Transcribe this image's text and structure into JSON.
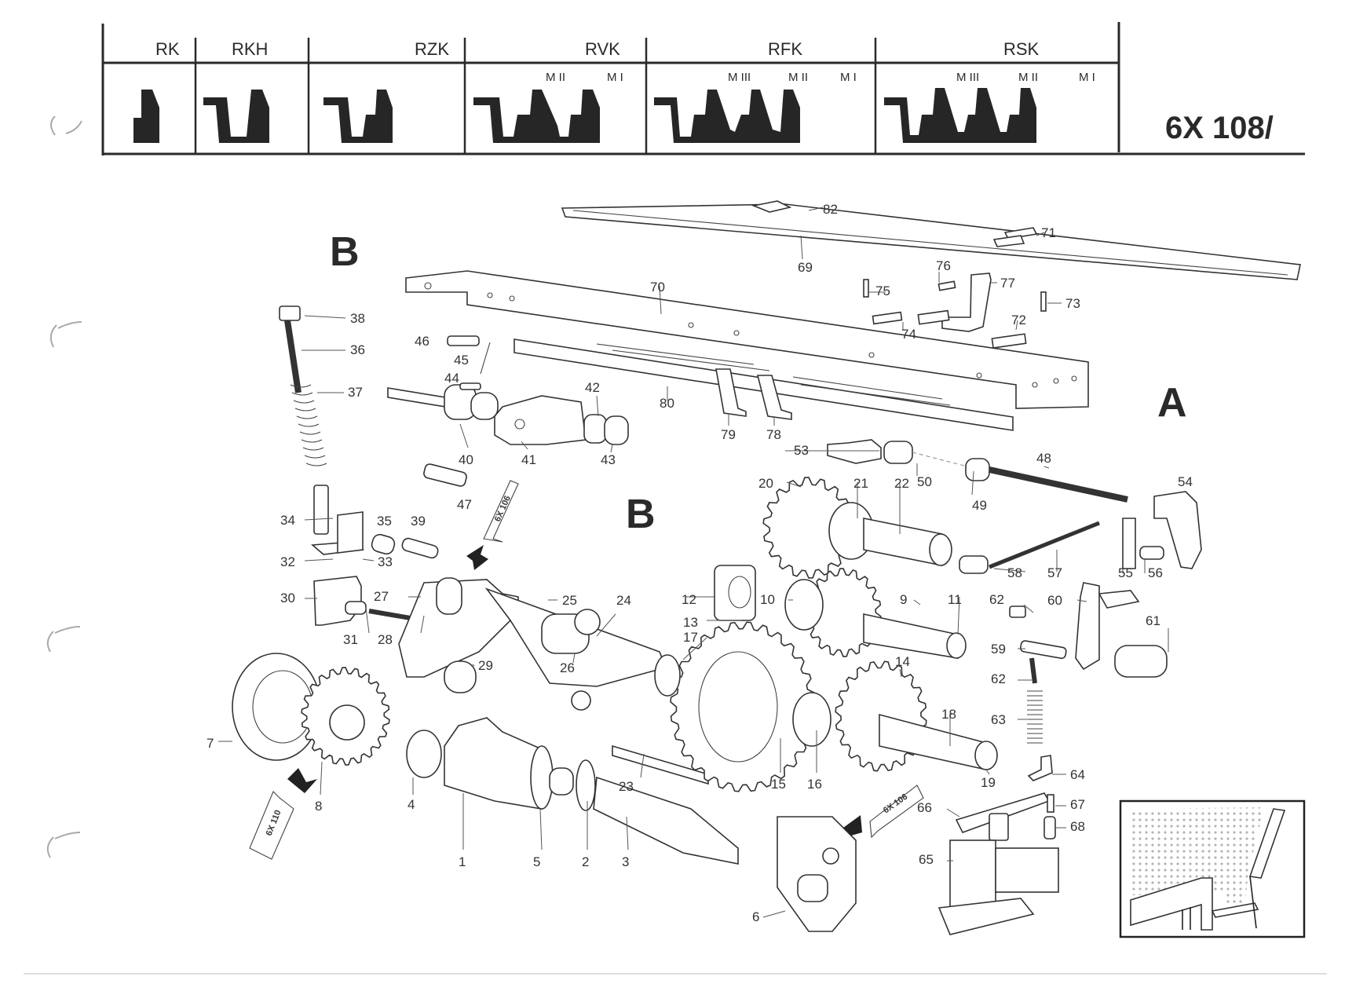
{
  "header": {
    "profile_table": [
      {
        "key": "rk",
        "label": "RK",
        "modules": []
      },
      {
        "key": "rkh",
        "label": "RKH",
        "modules": []
      },
      {
        "key": "rzk",
        "label": "RZK",
        "modules": []
      },
      {
        "key": "rvk",
        "label": "RVK",
        "modules": [
          "M II",
          "M I"
        ]
      },
      {
        "key": "rfk",
        "label": "RFK",
        "modules": [
          "M III",
          "M II",
          "M I"
        ]
      },
      {
        "key": "rsk",
        "label": "RSK",
        "modules": [
          "M III",
          "M II",
          "M I"
        ]
      }
    ],
    "page_code": "6X 108/"
  },
  "section_letters": {
    "b_top": "B",
    "b_middle": "B",
    "a": "A"
  },
  "reference_tags": [
    {
      "key": "ref-6x106-upper",
      "text": "6X 106"
    },
    {
      "key": "ref-6x110",
      "text": "6X 110"
    },
    {
      "key": "ref-6x106-lower",
      "text": "6X 106"
    }
  ],
  "callouts": {
    "c1": "1",
    "c2": "2",
    "c3": "3",
    "c4": "4",
    "c5": "5",
    "c6": "6",
    "c7": "7",
    "c8": "8",
    "c9": "9",
    "c10": "10",
    "c11": "11",
    "c12": "12",
    "c13": "13",
    "c14": "14",
    "c15": "15",
    "c16": "16",
    "c17": "17",
    "c18": "18",
    "c19": "19",
    "c20": "20",
    "c21": "21",
    "c22": "22",
    "c23": "23",
    "c24": "24",
    "c25": "25",
    "c26": "26",
    "c27": "27",
    "c28": "28",
    "c29": "29",
    "c30": "30",
    "c31": "31",
    "c32": "32",
    "c33": "33",
    "c34": "34",
    "c35": "35",
    "c36": "36",
    "c37": "37",
    "c38": "38",
    "c39": "39",
    "c40": "40",
    "c41": "41",
    "c42": "42",
    "c43": "43",
    "c44": "44",
    "c45": "45",
    "c46": "46",
    "c47": "47",
    "c48": "48",
    "c49": "49",
    "c50": "50",
    "c53": "53",
    "c54": "54",
    "c55": "55",
    "c56": "56",
    "c57": "57",
    "c58": "58",
    "c59": "59",
    "c60": "60",
    "c61": "61",
    "c62a": "62",
    "c62b": "62",
    "c63": "63",
    "c64": "64",
    "c65": "65",
    "c66": "66",
    "c67": "67",
    "c68": "68",
    "c69": "69",
    "c70": "70",
    "c71": "71",
    "c72": "72",
    "c73": "73",
    "c74": "74",
    "c75": "75",
    "c76": "76",
    "c77": "77",
    "c78": "78",
    "c79": "79",
    "c80": "80",
    "c82": "82"
  }
}
